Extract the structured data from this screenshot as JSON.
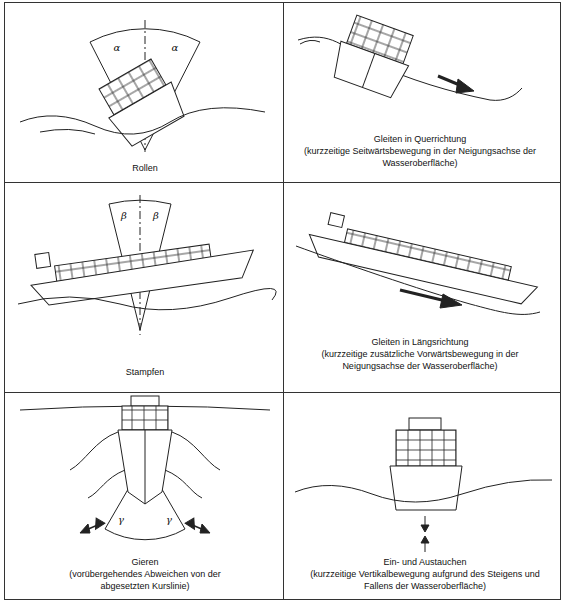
{
  "diagram": {
    "labels": [
      "α",
      "α",
      "Rollen",
      "Gleiten in Querrichtung",
      "(kurzzeitige Seitwärtsbewegung in der Neigungsachse der Wasseroberfläche)",
      "β",
      "β",
      "Stampfen",
      "Gleiten in Längsrichtung",
      "(kurzzeitige zusätzliche Vorwärtsbewegung in der Neigungsachse der Wasseroberfläche)",
      "γ",
      "γ",
      "Gieren",
      "(vorübergehendes Abweichen von der abgesetzten Kurslinie)",
      "Ein- und Austauchen",
      "(kurzzeitige Vertikalbewegung aufgrund des Steigens und Fallens der Wasseroberfläche)"
    ]
  }
}
